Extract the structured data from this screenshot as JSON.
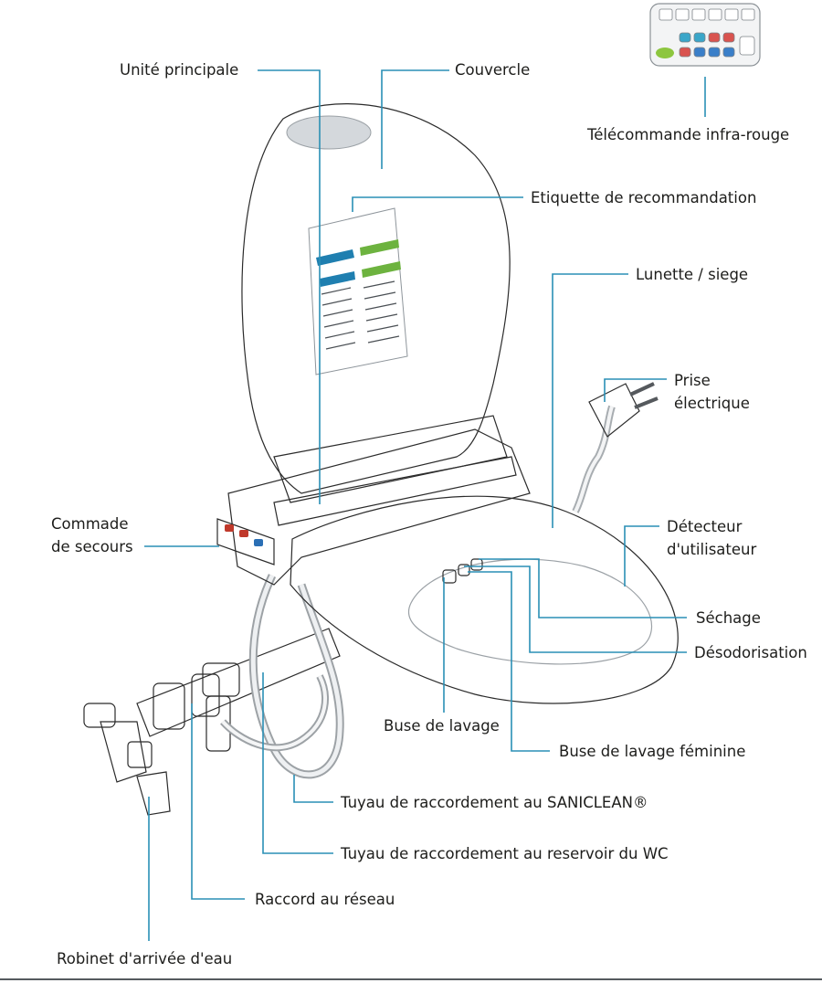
{
  "labels": {
    "unite_principale": "Unité principale",
    "couvercle": "Couvercle",
    "telecommande": "Télécommande infra-rouge",
    "etiquette": "Etiquette de recommandation",
    "lunette": "Lunette / siege",
    "prise_l1": "Prise",
    "prise_l2": "électrique",
    "commande_l1": "Commade",
    "commande_l2": "de secours",
    "detecteur_l1": "Détecteur",
    "detecteur_l2": "d'utilisateur",
    "sechage": "Séchage",
    "desodorisation": "Désodorisation",
    "buse_lavage": "Buse de lavage",
    "buse_feminine": "Buse de lavage féminine",
    "tuyau_saniclean": "Tuyau de raccordement au SANICLEAN®",
    "tuyau_reservoir": "Tuyau de raccordement au reservoir du WC",
    "raccord": "Raccord au réseau",
    "robinet": "Robinet d'arrivée d'eau"
  },
  "colors": {
    "leader": "#2a8fb5",
    "text": "#1d1d1b",
    "ceramic": "#eef0f2",
    "ceramic_shade": "#c9ced3",
    "pipe": "#5d6063",
    "label_green": "#6db33f",
    "label_blue": "#1f7fb0"
  }
}
